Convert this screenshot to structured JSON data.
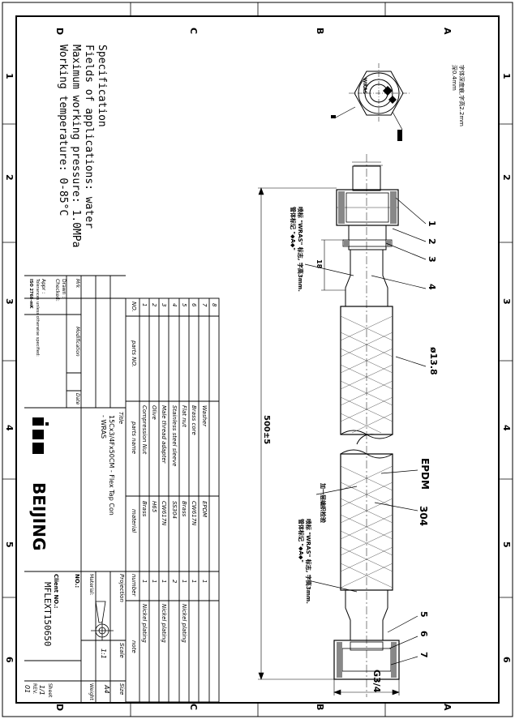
{
  "frame": {
    "col_letters": [
      "D",
      "C",
      "B",
      "A"
    ],
    "row_numbers": [
      "1",
      "2",
      "3",
      "4",
      "5",
      "6"
    ]
  },
  "specification": {
    "heading": "Specification",
    "line1": "Fields of applications: water",
    "line2": "Maximum working pressure: 1.0MPa",
    "line3": "Working temperature: 0-85°C"
  },
  "parts_header": {
    "no": "NO.",
    "parts_no": "parts NO.",
    "parts_name": "parts name",
    "material": "material",
    "number": "number",
    "note": "note"
  },
  "parts": [
    {
      "no": "1",
      "name": "Compression Nut",
      "material": "Brass",
      "number": "1",
      "note": "Nickel plating"
    },
    {
      "no": "2",
      "name": "Olive",
      "material": "H65",
      "number": "1",
      "note": ""
    },
    {
      "no": "3",
      "name": "Male thread adapter",
      "material": "CW617N",
      "number": "1",
      "note": "Nickel plating"
    },
    {
      "no": "4",
      "name": "Stainless steel sleeve",
      "material": "SS304",
      "number": "2",
      "note": ""
    },
    {
      "no": "5",
      "name": "Flat nut",
      "material": "Brass",
      "number": "1",
      "note": "Nickel plating"
    },
    {
      "no": "6",
      "name": "Brass core",
      "material": "CW617N",
      "number": "1",
      "note": ""
    },
    {
      "no": "7",
      "name": "Washer",
      "material": "EPDM",
      "number": "1",
      "note": ""
    },
    {
      "no": "8",
      "name": "",
      "material": "",
      "number": "",
      "note": ""
    }
  ],
  "title_block": {
    "title_label": "Title",
    "title_value_1": "15Cx3/4Fx50CM - Flex Tap Con",
    "title_value_2": "- WRAS",
    "mrk": "Mrk",
    "modification": "Modification",
    "date": "Date",
    "drawn": "Drawn :",
    "checked": "Checked:",
    "appr": "Appr :",
    "tolerance": "Tolerances unless otherwise specified:",
    "iso": "ISO 2768-mK",
    "projection": "Projection",
    "scale_label": "Scale",
    "scale_value": "1:1",
    "size_label": "Size",
    "size_value": "A4",
    "material_label": "Material:",
    "weight_label": "Weight",
    "no_label": "NO.:",
    "client_no_label": "Client NO.:",
    "client_no_value": "MFLEXT150650",
    "sheet_label": "Sheet",
    "sheet_value": "1/1",
    "rev_label": "REV.",
    "rev_value": "01",
    "company": "BEIJING"
  },
  "drawing": {
    "callouts": [
      "1",
      "2",
      "3",
      "4",
      "5",
      "6",
      "7"
    ],
    "overall_length": "500±5",
    "dim_18": "18",
    "dim_diameter": "ø13.8",
    "thread_label": "G3/4",
    "epdm_label": "EPDM",
    "ss304_label": "304",
    "cn_char_height_1": "字体深度痕,字高2.2mm",
    "cn_depth": "深0.4mm",
    "cn_mark_1": "喷标 \"WRAS\" 标志, 字高3mm.",
    "cn_mark_2": "管体标记 \"◆A◆\"",
    "cn_mark_3": "喷标 \"WRAS\" 标志, 字高3mm.",
    "cn_mark_4": "管体标记 \"◆A◆\"",
    "cn_braid": "加一层编织检验",
    "hex_text": "WRAS"
  }
}
